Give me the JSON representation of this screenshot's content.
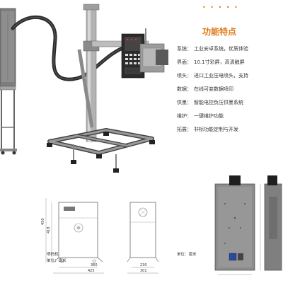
{
  "header": {
    "dots": "• • • • •"
  },
  "features": {
    "title": "功能特点",
    "items": [
      {
        "label": "系统：",
        "value": "工业安卓系统，优质体验"
      },
      {
        "label": "界面：",
        "value": "10.1寸彩屏，高清触屏"
      },
      {
        "label": "喷头：",
        "value": "进口工业压电喷头，支持"
      },
      {
        "label": "数据：",
        "value": "在线可变数据喷印"
      },
      {
        "label": "供墨：",
        "value": "智能电控负压供墨系统"
      },
      {
        "label": "维护：",
        "value": "一键维护功能"
      },
      {
        "label": "拓展：",
        "value": "非标功能定制与开发"
      }
    ]
  },
  "drawings": {
    "front_view": {
      "dims": {
        "height_total": "450",
        "height_body": "418",
        "width_inner": "360",
        "width_total": "425"
      },
      "caption_name": "喷码机",
      "caption_unit": "单位：毫米"
    },
    "side_view": {
      "dims": {
        "width_inner": "230",
        "width_total": "301"
      }
    },
    "head_view": {
      "caption_unit": "单位：毫米"
    }
  },
  "colors": {
    "accent": "#e07a1a",
    "steel": "#9a9a9a",
    "dark": "#3a3a3a",
    "panel": "#2a2a2a"
  }
}
